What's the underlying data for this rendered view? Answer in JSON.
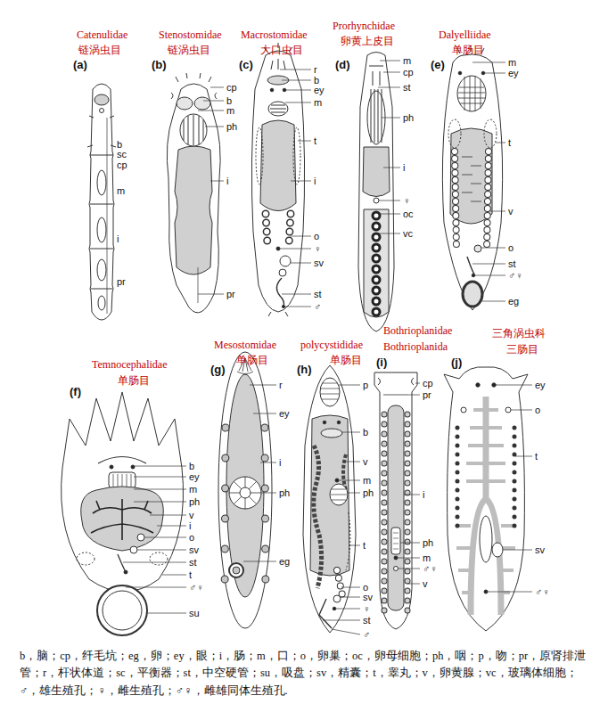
{
  "diagram": {
    "caption": "b，脑；cp，纤毛坑；eg，卵；ey，眼；i，肠；m，口；o，卵巢；oc，卵母细胞；ph，咽；p，吻；pr，原肾排泄管；r，杆状体道；sc，平衡器；st，中空硬管；su，吸盘；sv，精囊；t，睾丸；v，卵黄腺；vc，玻璃体细胞；♂，雄生殖孔；♀，雌生殖孔；♂♀，雌雄同体生殖孔.",
    "labels": [
      "Catenulidae",
      "链涡虫目",
      "(a)",
      "b",
      "sc",
      "cp",
      "m",
      "i",
      "pr",
      "Stenostomidae",
      "链涡虫目",
      "(b)",
      "cp",
      "b",
      "m",
      "ph",
      "i",
      "pr",
      "Macrostomidae",
      "大口虫目",
      "(c)",
      "r",
      "b",
      "ey",
      "m",
      "t",
      "i",
      "o",
      "♀",
      "sv",
      "st",
      "♂",
      "Prorhynchidae",
      "卵黄上皮目",
      "(d)",
      "m",
      "cp",
      "st",
      "ph",
      "i",
      "♀",
      "oc",
      "vc",
      "Dalyelliidae",
      "单肠目",
      "(e)",
      "m",
      "ey",
      "t",
      "v",
      "o",
      "st",
      "♂♀",
      "eg",
      "Temnocephalidae",
      "单肠目",
      "(f)",
      "b",
      "ey",
      "m",
      "ph",
      "v",
      "i",
      "o",
      "sv",
      "st",
      "t",
      "♂♀",
      "su",
      "Mesostomidae",
      "单肠目",
      "(g)",
      "r",
      "ey",
      "i",
      "ph",
      "eg",
      "polycystididae",
      "单肠目",
      "(h)",
      "p",
      "b",
      "v",
      "m",
      "ph",
      "t",
      "o",
      "sv",
      "♀",
      "st",
      "♂",
      "Bothrioplanidae",
      "Bothrioplanida",
      "(i)",
      "cp",
      "pr",
      "i",
      "ph",
      "m",
      "♂♀",
      "v",
      "三角涡虫科",
      "三肠目",
      "(j)",
      "ey",
      "o",
      "t",
      "sv",
      "♂♀"
    ]
  }
}
